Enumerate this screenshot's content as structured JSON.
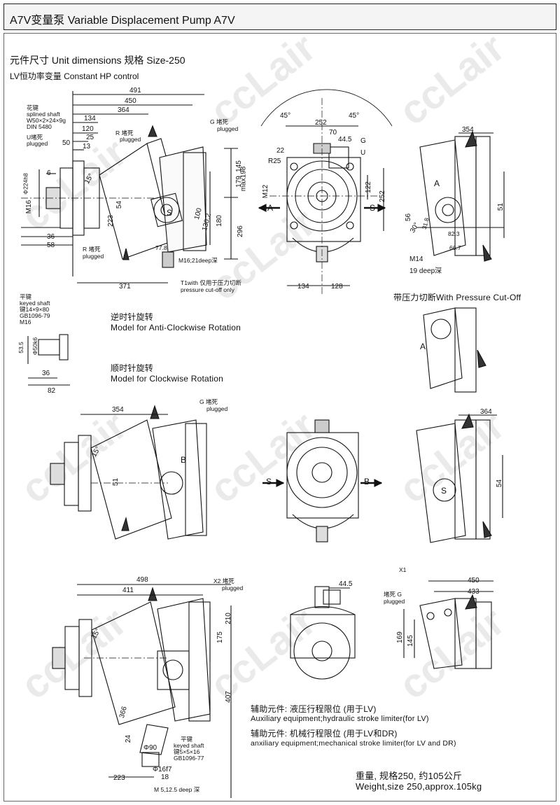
{
  "title": "A7V变量泵 Variable Displacement Pump A7V",
  "section": {
    "heading": "元件尺寸 Unit dimensions  规格 Size-250",
    "sub": "LV恒功率变量 Constant HP control"
  },
  "labels": {
    "spline_cn": "花键",
    "spline_en": "splined shaft",
    "spline_spec": "W50×2×24×9g",
    "spline_din": "DIN 5480",
    "u_plug_cn": "U堵死",
    "u_plug_en": "plugged",
    "key_cn": "平键",
    "key_en": "keyed shaft",
    "key_spec": "键14×9×80",
    "key_gb": "GB1096-79",
    "key_m16": "M16",
    "g_plugged": "G 堵死",
    "plugged": "plugged",
    "r_plugged_top": "R 堵死",
    "r_plugged_bottom": "R 堵死",
    "m16_deep": "M16;21deep深",
    "t1_note": "T1with 仅用于压力切断",
    "t1_note2": "pressure cut-off only",
    "m14": "M14",
    "m14_deep": "19 deep深",
    "pressure_cutoff": "带压力切断With Pressure Cut-Off",
    "acw_cn": "逆时针旋转",
    "acw_en": "Model for Anti-Clockwise Rotation",
    "cw_cn": "顺时针旋转",
    "cw_en": "Model for Clockwise Rotation",
    "g_plug_mid": "G 堵死",
    "x2_plug": "X2 堵死",
    "x1": "X1",
    "g_plug_br": "堵死 G",
    "key2_cn": "平键",
    "key2_en": "keyed shaft",
    "key2_spec": "键5×5×16",
    "key2_gb": "GB1096-77",
    "m5": "M 5,12.5 deep 深",
    "aux1_cn": "辅助元件: 液压行程限位 (用于LV)",
    "aux1_en": "Auxiliary equipment;hydraulic stroke limiter(for LV)",
    "aux2_cn": "辅助元件: 机械行程限位 (用于LV和DR)",
    "aux2_en": "anxiliary equipment;mechanical stroke limiter(for LV and DR)",
    "weight_cn": "重量, 规格250, 约105公斤",
    "weight_en": "Weight,size 250,approx.105kg",
    "port_a": "A",
    "port_b": "B",
    "port_s": "S"
  },
  "dims": {
    "d491": "491",
    "d450": "450",
    "d364": "364",
    "d134": "134",
    "d120": "120",
    "d25": "25",
    "d13": "13",
    "d50": "50",
    "d6": "6",
    "d36": "36",
    "d58": "58",
    "d145": "145",
    "d179": "179",
    "d198": "max198",
    "d296": "296",
    "d180": "180",
    "d223": "223",
    "d100": "100",
    "d130": "130.2",
    "d77": "77.8",
    "d371": "371",
    "d54": "54",
    "d15": "15°",
    "d224": "Φ224h8",
    "d252a": "252",
    "d70": "70",
    "d44": "44.5",
    "d22": "22",
    "d25r": "R25",
    "d122": "122",
    "d252b": "252",
    "d134b": "134",
    "d128": "128",
    "d45a": "45°",
    "d45b": "45°",
    "d354": "354",
    "d51": "51",
    "d56": "56",
    "d318": "31.8",
    "d823": "82.3",
    "d667": "66.7",
    "d30": "30°",
    "d535": "53.5",
    "d50k6": "Φ50k6",
    "d82": "82",
    "d36b": "36",
    "d354b": "354",
    "d51b": "51",
    "d364b": "364",
    "d54b": "54",
    "d498": "498",
    "d411": "411",
    "d175": "175",
    "d210": "210",
    "d407": "407",
    "d366": "366",
    "d24": "24",
    "d90": "Φ90",
    "d16f7": "Φ16f7",
    "d18": "18",
    "d223b": "223",
    "d445b": "44.5",
    "d450b": "450",
    "d433": "433",
    "d169": "169",
    "d145b": "145"
  },
  "watermark": "ccLair"
}
